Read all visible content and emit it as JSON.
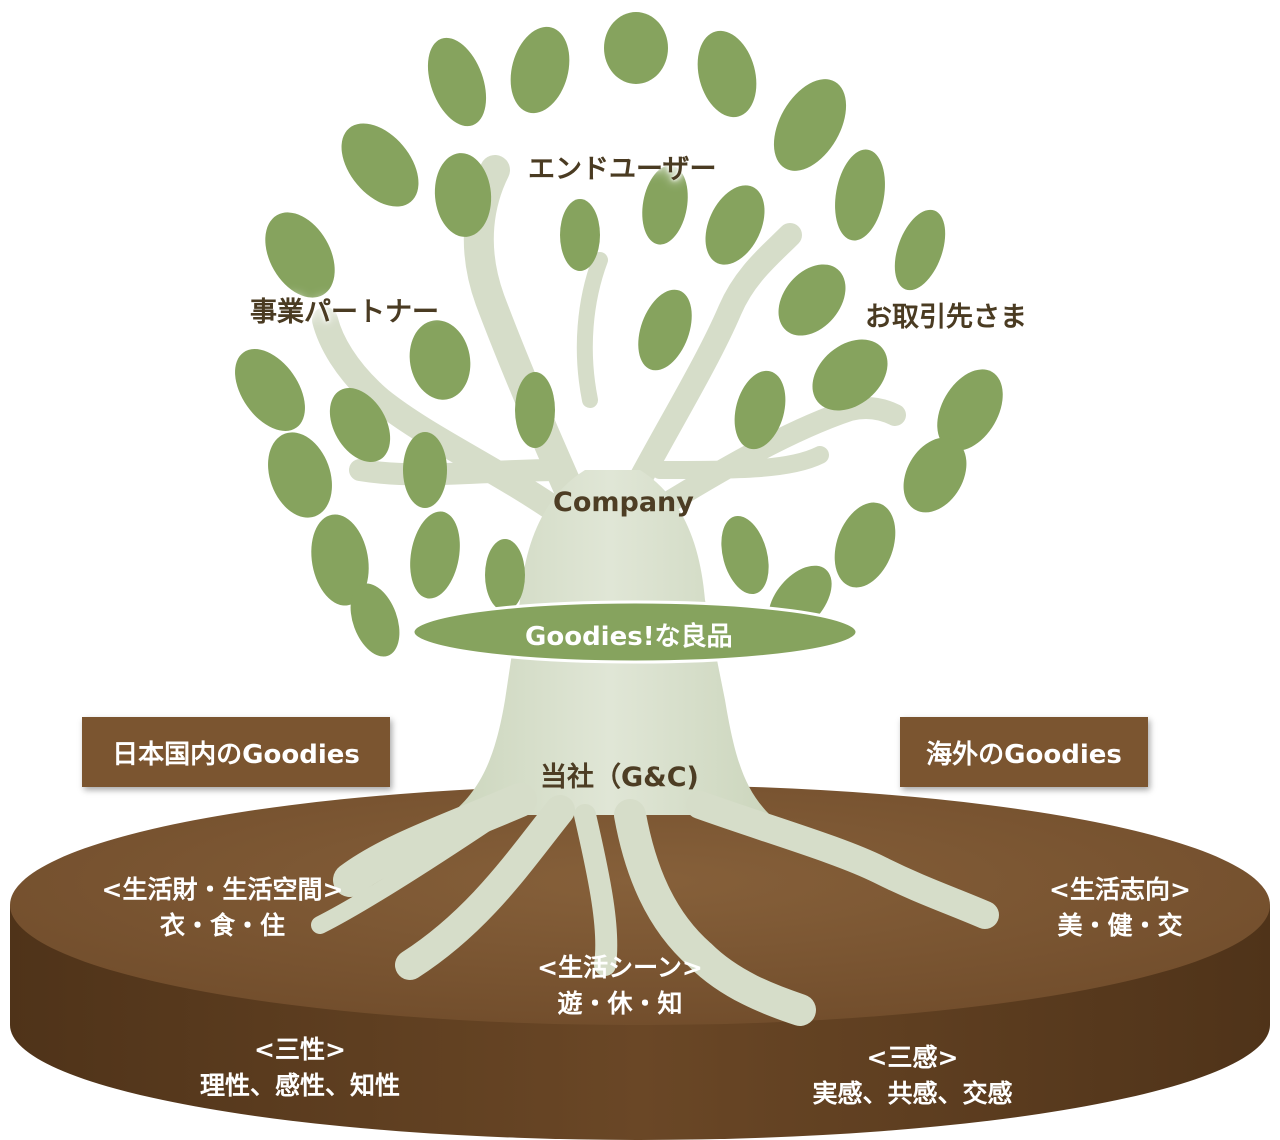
{
  "canopy": {
    "top_label": "エンドユーザー",
    "left_label": "事業パートナー",
    "right_label": "お取引先さま",
    "center_label": "Company"
  },
  "trunk": {
    "product_oval": "Goodies!な良品",
    "company_label": "当社（G&C)"
  },
  "side_boxes": {
    "domestic": "日本国内のGoodies",
    "overseas": "海外のGoodies"
  },
  "soil": {
    "lifestyle_goods": {
      "heading": "<生活財・生活空間>",
      "items": "衣・食・住"
    },
    "lifestyle_orientation": {
      "heading": "<生活志向>",
      "items": "美・健・交"
    },
    "lifestyle_scenes": {
      "heading": "<生活シーン>",
      "items": "遊・休・知"
    },
    "three_natures": {
      "heading": "<三性>",
      "items": "理性、感性、知性"
    },
    "three_senses": {
      "heading": "<三感>",
      "items": "実感、共感、交感"
    }
  },
  "colors": {
    "leaf": "#86a35e",
    "trunk": "#d8e0cc",
    "soil_top": "#7a5533",
    "soil_side": "#5e3e20",
    "label_box": "#7b5530",
    "oval": "#86a35e"
  }
}
